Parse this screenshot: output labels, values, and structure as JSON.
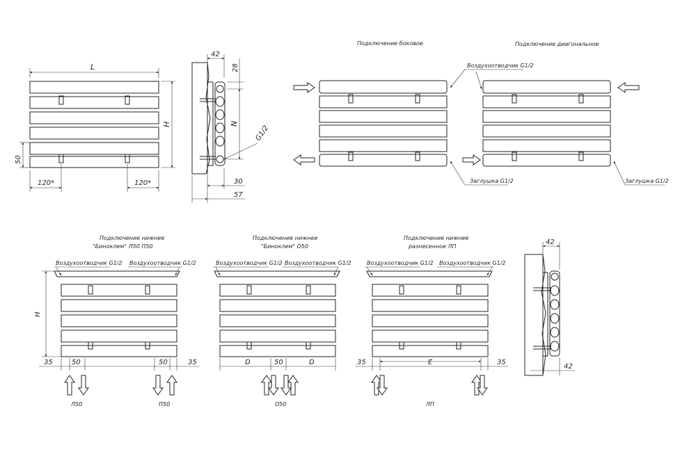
{
  "dims": {
    "L": "L",
    "H": "H",
    "N": "N",
    "d42": "42",
    "d28": "28",
    "d30": "30",
    "d57": "57",
    "d50": "50",
    "d120": "120*",
    "d35": "35",
    "D": "D",
    "E": "E"
  },
  "labels": {
    "g12": "G1/2",
    "side_title": "Подключение боковое",
    "diag_title": "Подключение диагональное",
    "vent": "Воздухоотводчик G1/2",
    "plug": "Заглушка G1/2",
    "bottom1_title_a": "Подключение нижнее",
    "bottom1_title_b": "\"Биноклем\" Л50  П50",
    "bottom2_title_a": "Подключение нижнее",
    "bottom2_title_b": "\"Биноклем\" О50",
    "bottom3_title_a": "Подключение нижнее",
    "bottom3_title_b": "разнесенное ЛП",
    "code_l50": "Л50",
    "code_p50": "П50",
    "code_o50": "О50",
    "code_lp": "ЛП"
  }
}
